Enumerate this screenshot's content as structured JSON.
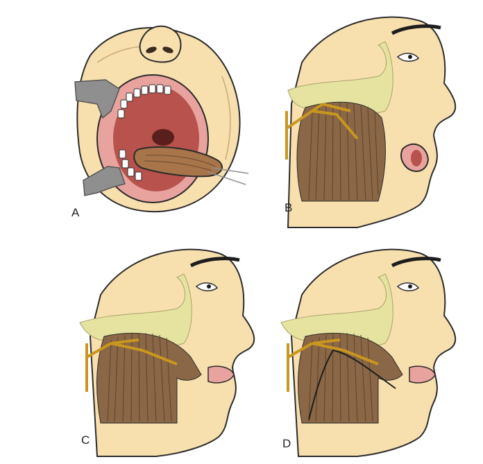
{
  "panels": [
    {
      "id": "A",
      "label": "A"
    },
    {
      "id": "B",
      "label": "B"
    },
    {
      "id": "C",
      "label": "C"
    },
    {
      "id": "D",
      "label": "D"
    }
  ],
  "colors": {
    "skin": "#f7dfae",
    "skin_outline": "#2b2b2b",
    "bone": "#e6e3a0",
    "muscle": "#8a6746",
    "muscle_stripe": "#5e432c",
    "nerve": "#c9961f",
    "lip": "#e9a39f",
    "mouth_inner": "#b8524c",
    "retractor": "#8f8f8f",
    "hair": "#1d1d1d"
  }
}
